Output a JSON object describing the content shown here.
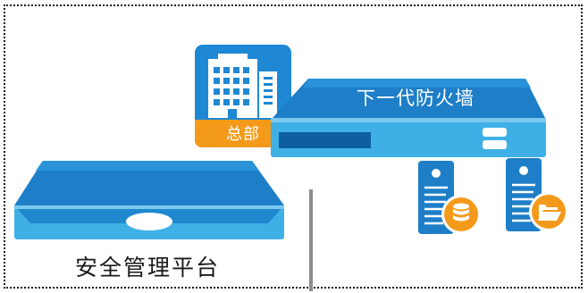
{
  "diagram": {
    "headquarters_label": "总部",
    "firewall_label": "下一代防火墙",
    "management_label": "安全管理平台"
  },
  "colors": {
    "primary_blue": "#1e7ec8",
    "light_blue": "#3fb0e6",
    "dark_blue": "#0d5ea3",
    "orange": "#f39a1b",
    "divider_gray": "#8c8c8c"
  },
  "icons": {
    "headquarters": "building-icon",
    "firewall": "firewall-appliance-icon",
    "database_server": "database-server-icon",
    "file_server": "file-server-icon",
    "management_platform": "management-platform-icon"
  }
}
